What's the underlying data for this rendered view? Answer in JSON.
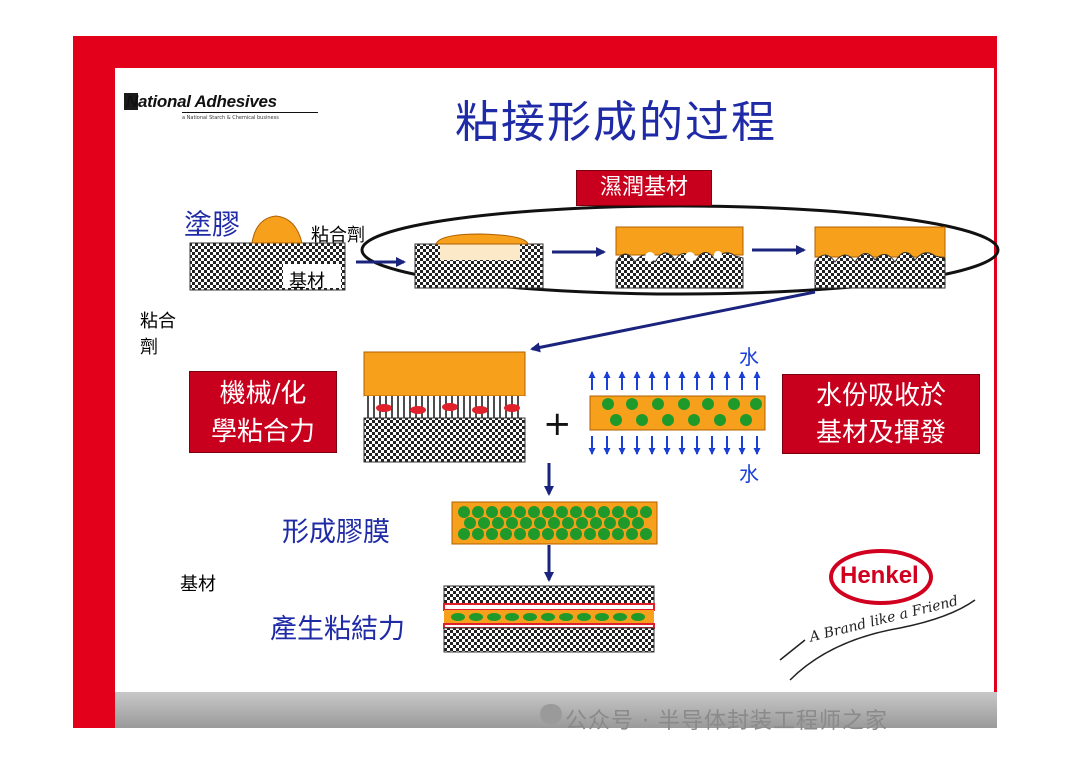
{
  "title": "粘接形成的过程",
  "logo": {
    "name": "National Adhesives",
    "sub": "a National Starch & Chemical business"
  },
  "labels": {
    "coating": "塗膠",
    "adhesive_top": "粘合劑",
    "substrate_box": "基材",
    "wetting": "濕潤基材",
    "adhesive_left": "粘合\n劑",
    "mech_chem": "機械/化\n學粘合力",
    "water_absorb": "水份吸收於\n基材及揮發",
    "water_top": "水",
    "water_bottom": "水",
    "plus": "+",
    "form_film": "形成膠膜",
    "substrate_bottom": "基材",
    "bond_strength": "產生粘結力"
  },
  "brand": {
    "name": "Henkel",
    "tagline": "A Brand like a Friend"
  },
  "watermark": "公众号 · 半导体封装工程师之家",
  "colors": {
    "frame_red": "#e3001b",
    "adhesive_orange": "#f7a01c",
    "dot_green": "#1f9a2a",
    "label_blue": "#1f2aa6",
    "box_red": "#c8001e",
    "arrow_navy": "#1a237e"
  }
}
